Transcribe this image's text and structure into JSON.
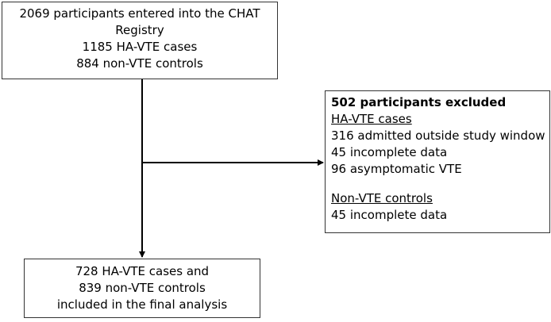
{
  "top_box": {
    "lines": [
      "2069 participants entered into the CHAT",
      "Registry",
      "1185 HA-VTE cases",
      "884 non-VTE controls"
    ]
  },
  "exclusion_box": {
    "title": "502 participants excluded",
    "group1_heading": "HA-VTE cases",
    "group1_items": [
      "316 admitted outside study window",
      "45 incomplete data",
      "96 asymptomatic VTE"
    ],
    "group2_heading": "Non-VTE controls",
    "group2_items": [
      "45 incomplete data"
    ]
  },
  "bottom_box": {
    "lines": [
      "728 HA-VTE cases and",
      "839 non-VTE controls",
      "included in the final analysis"
    ]
  }
}
